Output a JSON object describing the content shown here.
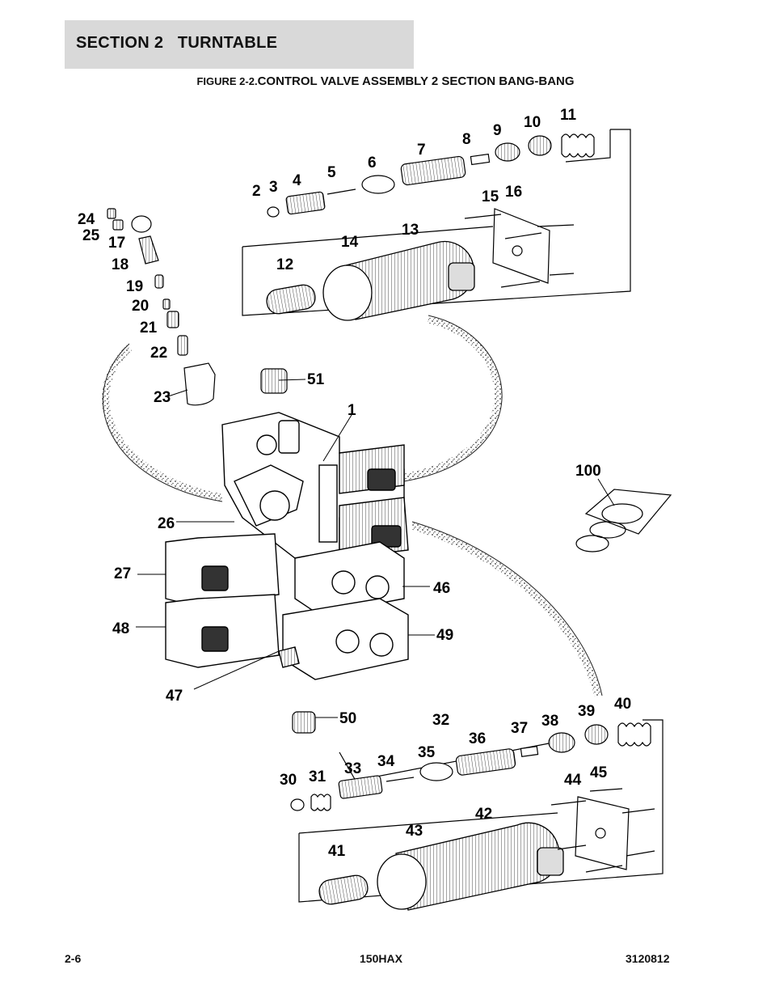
{
  "header": {
    "section": "SECTION 2   TURNTABLE"
  },
  "figure": {
    "prefix": "FIGURE 2-2.",
    "title": "CONTROL VALVE ASSEMBLY 2 SECTION BANG-BANG"
  },
  "callouts": [
    "1",
    "2",
    "3",
    "4",
    "5",
    "6",
    "7",
    "8",
    "9",
    "10",
    "11",
    "12",
    "13",
    "14",
    "15",
    "16",
    "17",
    "18",
    "19",
    "20",
    "21",
    "22",
    "23",
    "24",
    "25",
    "26",
    "27",
    "30",
    "31",
    "32",
    "33",
    "34",
    "35",
    "36",
    "37",
    "38",
    "39",
    "40",
    "41",
    "42",
    "43",
    "44",
    "45",
    "46",
    "47",
    "48",
    "49",
    "50",
    "51",
    "100"
  ],
  "footer": {
    "page": "2-6",
    "model": "150HAX",
    "doc_number": "3120812"
  }
}
